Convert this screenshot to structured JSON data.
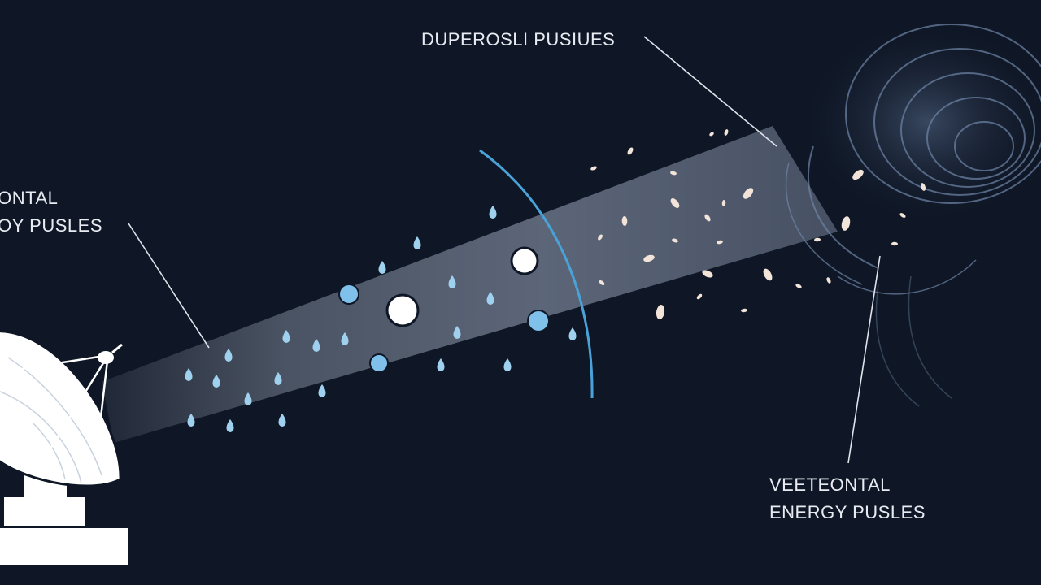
{
  "labels": {
    "top": {
      "lines": [
        "DUPEROSLI PUSIUES"
      ]
    },
    "left": {
      "lines": [
        "EONTAL",
        "EOY PUSLES"
      ]
    },
    "right": {
      "lines": [
        "VEETEONTAL",
        "ENERGY PUSLES"
      ]
    }
  },
  "colors": {
    "background": "#0f1726",
    "beam": "#b9c6dc",
    "droplet": "#9fd0ee",
    "particle": "#f2e4d8",
    "arc": "#4aa3d8",
    "dish": "#ffffff",
    "text": "#e8ecf2"
  }
}
